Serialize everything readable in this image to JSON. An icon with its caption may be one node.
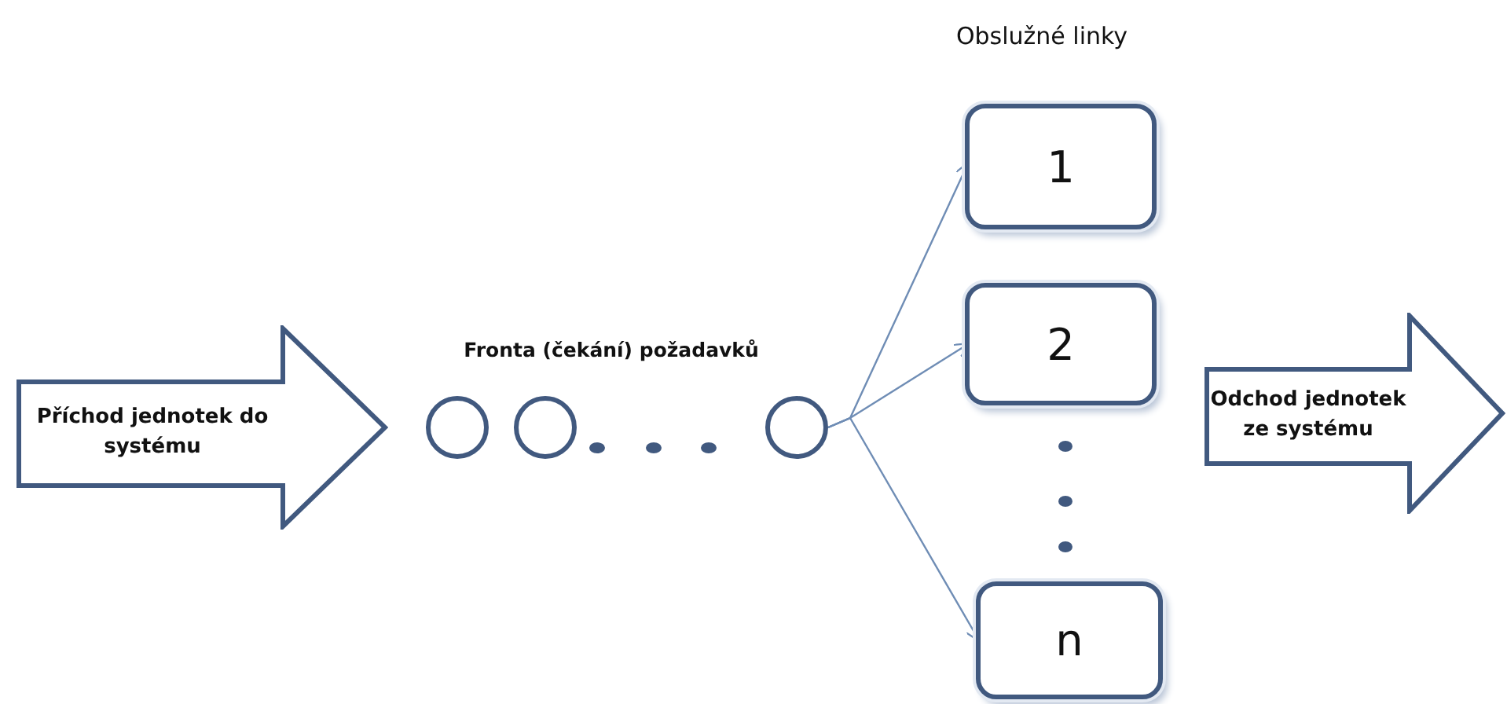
{
  "diagram": {
    "nodes": [
      {
        "text": [
          "Příchod jednotek do systému"
        ]
      },
      {
        "text": [],
        "shape": "circle"
      },
      {
        "text": [],
        "shape": "circle"
      },
      {
        "text": [],
        "shape": "circle"
      },
      {
        "text": [
          "1"
        ]
      },
      {
        "text": [
          "2"
        ]
      },
      {
        "text": [
          "n"
        ]
      },
      {
        "text": [
          "Odchod jednotek ze systému"
        ]
      }
    ],
    "edges": [
      {
        "from": 3,
        "to": 4,
        "arrow": "to"
      },
      {
        "from": 3,
        "to": 5,
        "arrow": "to"
      },
      {
        "from": 3,
        "to": 6,
        "arrow": "to"
      }
    ],
    "labels": [
      "Obslužné linky",
      "Fronta (čekání) požadavků"
    ]
  }
}
